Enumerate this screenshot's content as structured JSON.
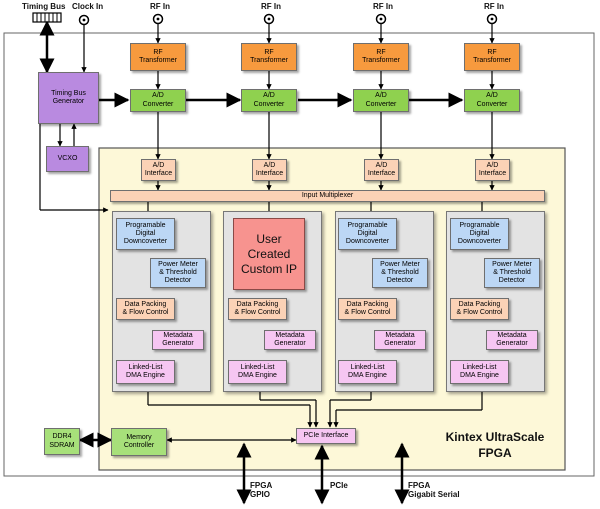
{
  "top_labels": {
    "timing_bus": "Timing Bus",
    "clock_in": "Clock In",
    "rf_in": "RF In"
  },
  "blocks": {
    "timing_bus_generator": "Timing Bus\nGenerator",
    "vcxo": "VCXO",
    "rf_transformer": "RF\nTransformer",
    "ad_converter": "A/D\nConverter",
    "ad_interface": "A/D\nInterface",
    "input_multiplexer": "Input Multiplexer",
    "programmable_ddc": "Programable\nDigital\nDowncoverter",
    "power_meter": "Power Meter\n& Threshold\nDetector",
    "data_packing": "Data Packing\n& Flow Control",
    "metadata_generator": "Metadata\nGenerator",
    "linked_list_dma": "Linked-List\nDMA Engine",
    "user_custom_ip": "User\nCreated\nCustom IP",
    "ddr4_sdram": "DDR4\nSDRAM",
    "memory_controller": "Memory\nController",
    "pcie_interface": "PCIe Interface"
  },
  "fpga_label": "Kintex UltraScale\nFPGA",
  "bottom_labels": {
    "fpga_gpio": "FPGA\nGPIO",
    "pcie": "PCIe",
    "fpga_gigabit_serial": "FPGA\nGigabit Serial"
  },
  "colors": {
    "rf_transformer": "#f79a3e",
    "ad_converter": "#8fd14f",
    "timing_vcxo": "#b98ae0",
    "ad_interface": "#fbd2b6",
    "ddc": "#bcd7f5",
    "metadata_dma": "#f6c6f2",
    "fpga_region": "#fdf8d8",
    "user_ip": "#f7938f",
    "ddr4_memory": "#a7e07a"
  }
}
